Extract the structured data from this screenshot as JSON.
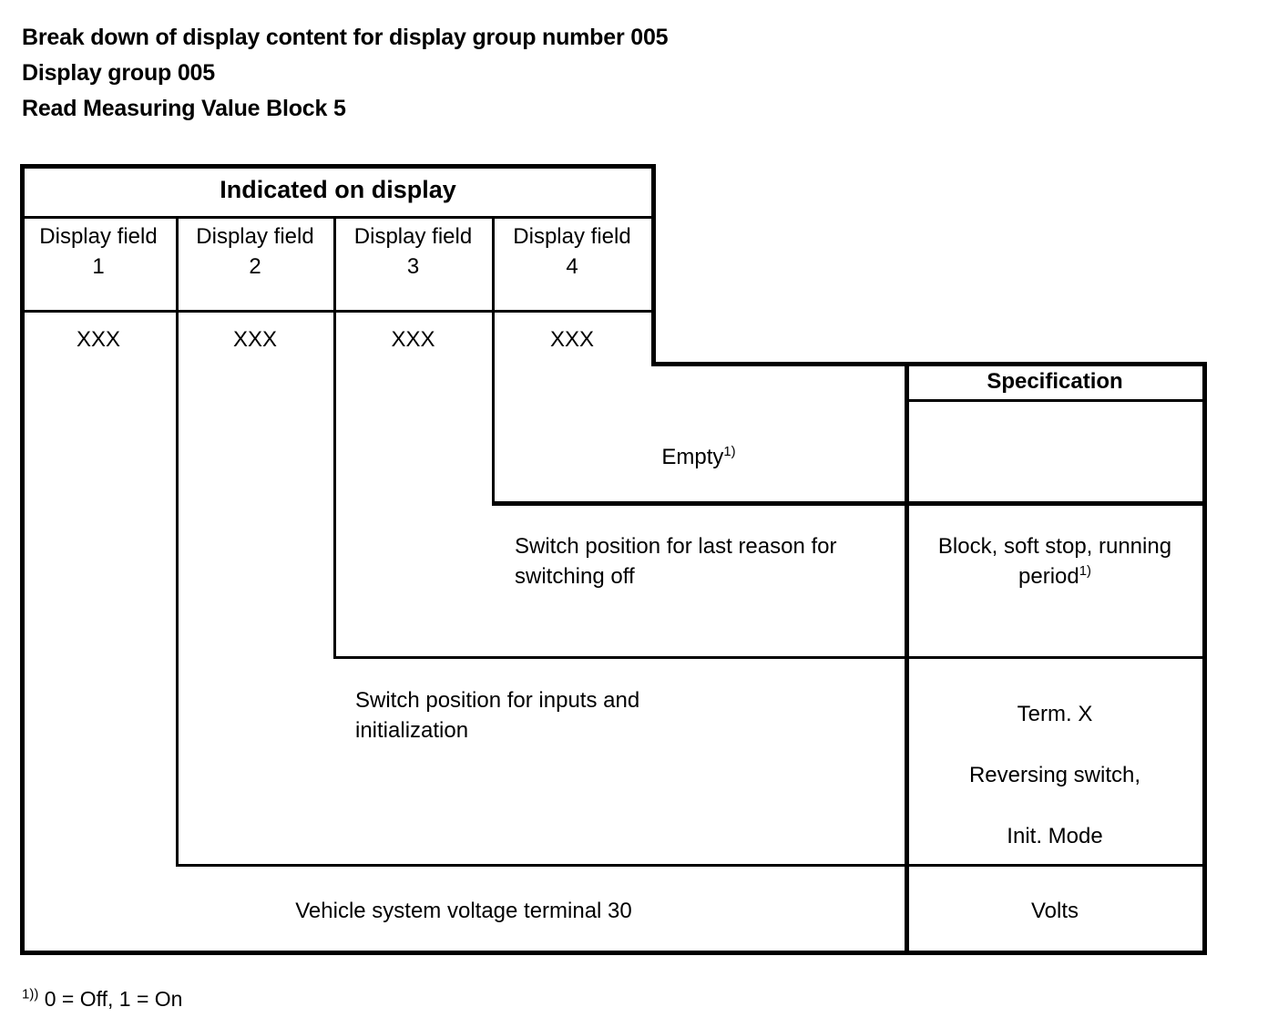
{
  "heading": {
    "line1": "Break down of display content for display group number 005",
    "line2": "Display group 005",
    "line3": "Read Measuring Value Block 5"
  },
  "table": {
    "banner": "Indicated on display",
    "spec_header": "Specification",
    "display_fields": [
      {
        "label": "Display field",
        "number": "1",
        "value": "XXX"
      },
      {
        "label": "Display field",
        "number": "2",
        "value": "XXX"
      },
      {
        "label": "Display field",
        "number": "3",
        "value": "XXX"
      },
      {
        "label": "Display field",
        "number": "4",
        "value": "XXX"
      }
    ],
    "rows": [
      {
        "description": "Empty",
        "description_note": "1)",
        "specification": "",
        "specification_note": ""
      },
      {
        "description": "Switch position for last reason for switching off",
        "description_note": "",
        "specification": "Block, soft stop, running period",
        "specification_note": "1)"
      },
      {
        "description": "Switch position for inputs and initialization",
        "description_note": "",
        "specification_lines": [
          "Term. X",
          "Reversing switch,",
          "Init. Mode"
        ]
      },
      {
        "description": "Vehicle system voltage terminal 30",
        "description_note": "",
        "specification": "Volts",
        "specification_note": ""
      }
    ]
  },
  "footnote": {
    "mark": "1))",
    "text": "0 = Off, 1 = On"
  }
}
